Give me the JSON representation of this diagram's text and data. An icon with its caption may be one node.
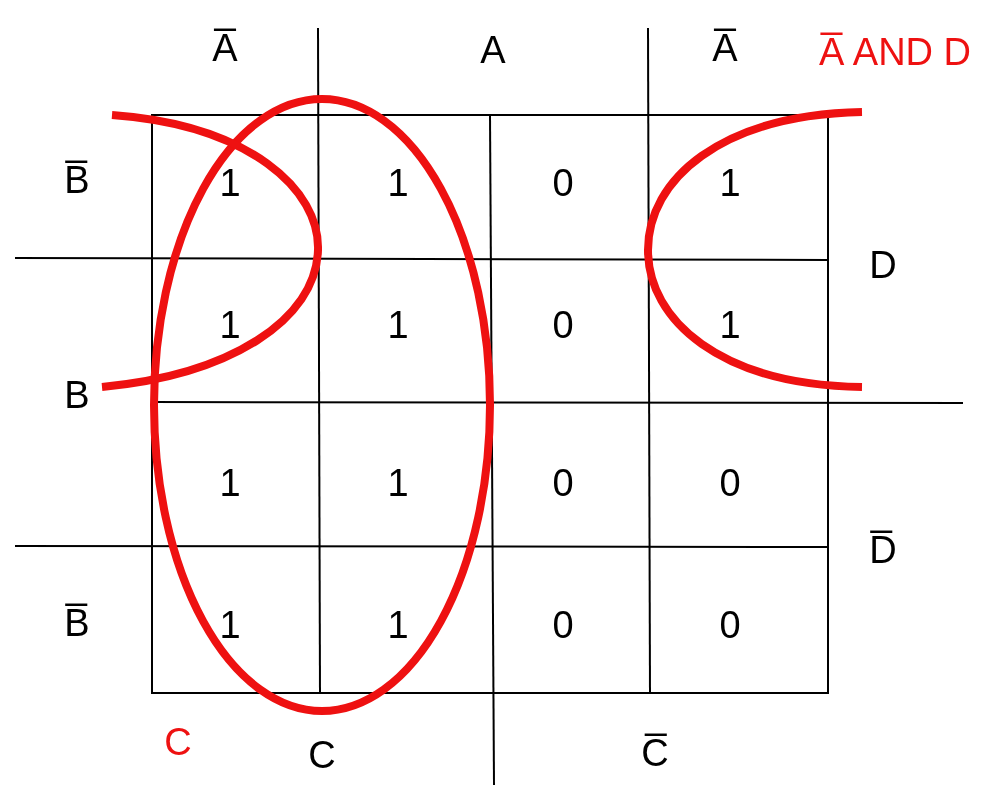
{
  "diagram": {
    "labels": [
      "A̅",
      "A",
      "A̅",
      "A̅ AND D",
      "B̅",
      "1",
      "1",
      "0",
      "1",
      "D",
      "1",
      "1",
      "0",
      "1",
      "B",
      "1",
      "1",
      "0",
      "0",
      "D̅",
      "B̅",
      "1",
      "1",
      "0",
      "0",
      "C",
      "C",
      "C̅"
    ]
  }
}
